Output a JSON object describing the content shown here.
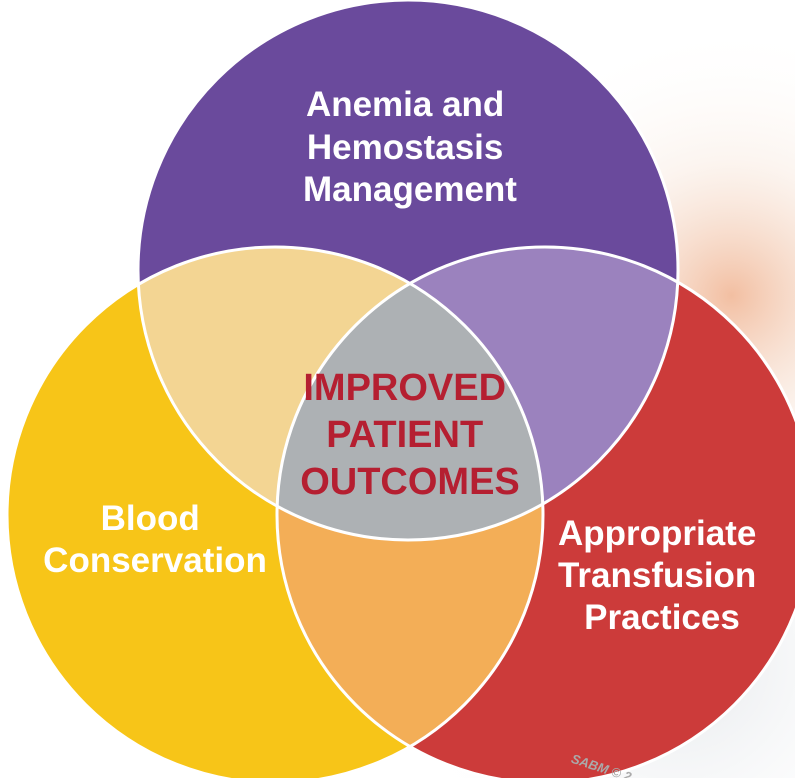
{
  "diagram": {
    "circles": {
      "top": {
        "lines": [
          "Anemia and",
          "Hemostasis",
          "Management"
        ],
        "color": "#6a4a9c"
      },
      "left": {
        "lines": [
          "Blood",
          "Conservation"
        ],
        "color": "#f7c518"
      },
      "right": {
        "lines": [
          "Appropriate",
          "Transfusion",
          "Practices"
        ],
        "color": "#cc3b3a"
      }
    },
    "overlaps": {
      "top_left": "#f3d593",
      "top_right": "#9b82be",
      "left_right": "#f3ae57",
      "center": "#adb1b4"
    },
    "center": {
      "lines": [
        "IMPROVED",
        "PATIENT",
        "OUTCOMES"
      ],
      "text_color": "#b51f31"
    },
    "credit": "SABM © 2"
  }
}
